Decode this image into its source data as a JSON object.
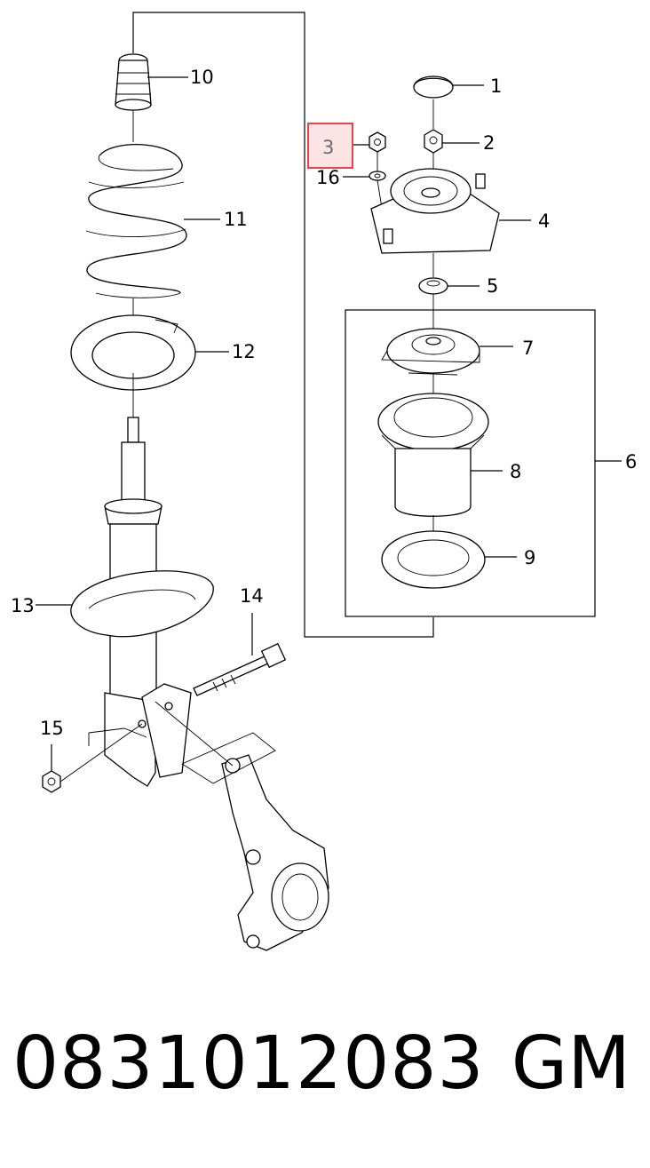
{
  "callouts": {
    "c1": "1",
    "c2": "2",
    "c3": "3",
    "c4": "4",
    "c5": "5",
    "c6": "6",
    "c7": "7",
    "c8": "8",
    "c9": "9",
    "c10": "10",
    "c11": "11",
    "c12": "12",
    "c13": "13",
    "c14": "14",
    "c15": "15",
    "c16": "16"
  },
  "highlight": {
    "callout": "3",
    "color": "#e8464f",
    "fill": "#fde4e4"
  },
  "footer": {
    "part_number": "0831012083",
    "brand": "GM"
  }
}
